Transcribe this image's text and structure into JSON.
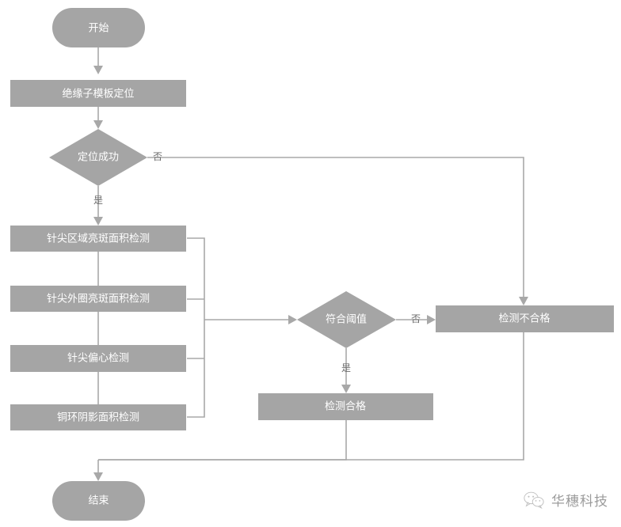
{
  "diagram": {
    "type": "flowchart",
    "orientation": "top-to-bottom",
    "background_color": "#ffffff",
    "node_fill_color": "#a5a5a5",
    "node_text_color": "#ffffff",
    "edge_color": "#a8a8a8",
    "edge_label_color": "#6b6b6b",
    "title": ""
  },
  "nodes": {
    "start": {
      "label": "开始",
      "shape": "stadium"
    },
    "template_locate": {
      "label": "绝缘子模板定位",
      "shape": "rectangle"
    },
    "locate_ok": {
      "label": "定位成功",
      "shape": "diamond"
    },
    "check1": {
      "label": "针尖区域亮斑面积检测",
      "shape": "rectangle"
    },
    "check2": {
      "label": "针尖外圈亮斑面积检测",
      "shape": "rectangle"
    },
    "check3": {
      "label": "针尖偏心检测",
      "shape": "rectangle"
    },
    "check4": {
      "label": "铜环阴影面积检测",
      "shape": "rectangle"
    },
    "threshold_ok": {
      "label": "符合阈值",
      "shape": "diamond"
    },
    "pass": {
      "label": "检测合格",
      "shape": "rectangle"
    },
    "fail": {
      "label": "检测不合格",
      "shape": "rectangle"
    },
    "end": {
      "label": "结束",
      "shape": "stadium"
    }
  },
  "edge_labels": {
    "locate_yes": "是",
    "locate_no": "否",
    "threshold_yes": "是",
    "threshold_no": "否"
  },
  "edges": [
    {
      "from": "start",
      "to": "template_locate",
      "label": ""
    },
    {
      "from": "template_locate",
      "to": "locate_ok",
      "label": ""
    },
    {
      "from": "locate_ok",
      "to": "check1",
      "label": "是"
    },
    {
      "from": "locate_ok",
      "to": "fail",
      "label": "否"
    },
    {
      "from": "check1",
      "to": "check2",
      "label": ""
    },
    {
      "from": "check2",
      "to": "check3",
      "label": ""
    },
    {
      "from": "check3",
      "to": "check4",
      "label": ""
    },
    {
      "from": "checks_bus",
      "to": "threshold_ok",
      "label": ""
    },
    {
      "from": "threshold_ok",
      "to": "pass",
      "label": "是"
    },
    {
      "from": "threshold_ok",
      "to": "fail",
      "label": "否"
    },
    {
      "from": "pass",
      "to": "end",
      "label": ""
    },
    {
      "from": "fail",
      "to": "end",
      "label": ""
    }
  ],
  "watermark": {
    "text": "华穗科技",
    "icon": "wechat-icon"
  }
}
